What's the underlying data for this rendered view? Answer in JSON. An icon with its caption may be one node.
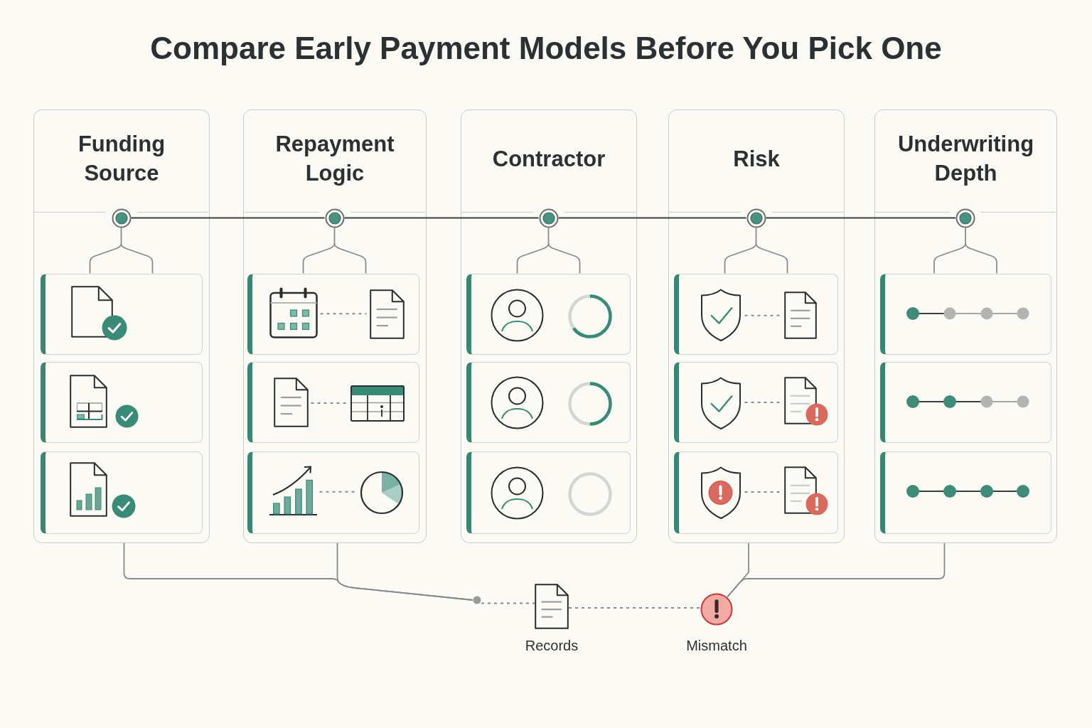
{
  "diagram": {
    "title": "Compare Early Payment Models Before You Pick One",
    "nodes": [
      {
        "text": [
          "Funding Source"
        ]
      },
      {
        "text": [],
        "shape": "circle",
        "in": 0
      },
      {
        "text": [],
        "shape": "box",
        "in": 0
      },
      {
        "text": [],
        "shape": "box",
        "in": 0
      },
      {
        "text": [],
        "shape": "box",
        "in": 0
      },
      {
        "text": [
          "Repayment Logic"
        ]
      },
      {
        "text": [],
        "shape": "circle",
        "in": 5
      },
      {
        "text": [],
        "shape": "box",
        "in": 5
      },
      {
        "text": [],
        "shape": "picture",
        "in": 7
      },
      {
        "text": [],
        "shape": "picture",
        "in": 7
      },
      {
        "text": [],
        "shape": "box",
        "in": 5
      },
      {
        "text": [],
        "shape": "picture",
        "in": 10
      },
      {
        "text": [],
        "shape": "picture",
        "in": 10
      },
      {
        "text": [],
        "shape": "box",
        "in": 5
      },
      {
        "text": [],
        "shape": "picture",
        "in": 13
      },
      {
        "text": [],
        "shape": "picture",
        "in": 13
      },
      {
        "text": [
          "Contractor"
        ]
      },
      {
        "text": [],
        "shape": "circle",
        "in": 16
      },
      {
        "text": [],
        "shape": "box",
        "in": 16
      },
      {
        "text": [],
        "shape": "box",
        "in": 16
      },
      {
        "text": [],
        "shape": "box",
        "in": 16
      },
      {
        "text": [
          "Risk"
        ]
      },
      {
        "text": [],
        "shape": "circle",
        "in": 21
      },
      {
        "text": [],
        "shape": "box",
        "in": 21
      },
      {
        "text": [],
        "shape": "picture",
        "in": 23
      },
      {
        "text": [],
        "shape": "picture",
        "in": 23
      },
      {
        "text": [],
        "shape": "box",
        "in": 21
      },
      {
        "text": [],
        "shape": "picture",
        "in": 26
      },
      {
        "text": [],
        "shape": "picture",
        "in": 26
      },
      {
        "text": [],
        "shape": "box",
        "in": 21
      },
      {
        "text": [],
        "shape": "picture",
        "in": 29
      },
      {
        "text": [],
        "shape": "picture",
        "in": 29
      },
      {
        "text": [
          "Underwriting Depth"
        ]
      },
      {
        "text": [],
        "shape": "circle",
        "in": 32
      },
      {
        "text": [],
        "shape": "box",
        "in": 32
      },
      {
        "text": [],
        "shape": "box",
        "in": 32
      },
      {
        "text": [],
        "shape": "box",
        "in": 32
      },
      {
        "text": [],
        "shape": "circle"
      },
      {
        "text": [
          "Records"
        ]
      },
      {
        "text": [
          "Mismatch"
        ]
      }
    ],
    "edges": [
      {
        "from": 1,
        "to": 6,
        "arrow": "none",
        "color": "#394141"
      },
      {
        "from": 6,
        "to": 17,
        "arrow": "none",
        "color": "#394141"
      },
      {
        "from": 17,
        "to": 22,
        "arrow": "none",
        "color": "#394141"
      },
      {
        "from": 22,
        "to": 33,
        "arrow": "none",
        "color": "#394141"
      },
      {
        "from": 1,
        "to": 2,
        "arrow": "none"
      },
      {
        "from": 6,
        "to": 7,
        "arrow": "none"
      },
      {
        "from": 17,
        "to": 18,
        "arrow": "none"
      },
      {
        "from": 22,
        "to": 23,
        "arrow": "none"
      },
      {
        "from": 33,
        "to": 34,
        "arrow": "none"
      },
      {
        "from": 8,
        "to": 9,
        "arrow": "none",
        "style": "dashed"
      },
      {
        "from": 11,
        "to": 12,
        "arrow": "none",
        "style": "dashed"
      },
      {
        "from": 14,
        "to": 15,
        "arrow": "none",
        "style": "dashed"
      },
      {
        "from": 24,
        "to": 25,
        "arrow": "none",
        "style": "dashed"
      },
      {
        "from": 27,
        "to": 28,
        "arrow": "none",
        "style": "dashed"
      },
      {
        "from": 30,
        "to": 31,
        "arrow": "none",
        "style": "dashed"
      },
      {
        "from": 0,
        "to": 37,
        "arrow": "none"
      },
      {
        "from": 5,
        "to": 37,
        "arrow": "none"
      },
      {
        "from": 37,
        "to": 38,
        "arrow": "none",
        "style": "dashed"
      },
      {
        "from": 38,
        "to": 39,
        "arrow": "none",
        "style": "dashed"
      },
      {
        "from": 21,
        "to": 39,
        "arrow": "none"
      },
      {
        "from": 32,
        "to": 39,
        "arrow": "none"
      }
    ]
  }
}
